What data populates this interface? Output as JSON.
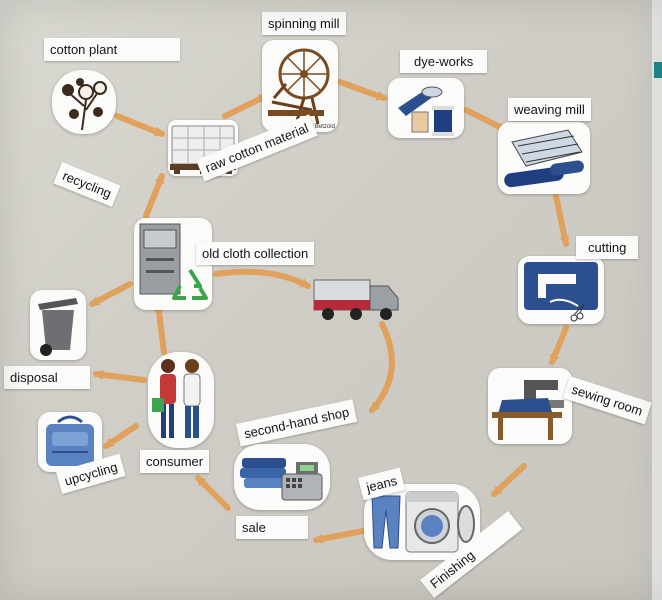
{
  "labels": {
    "cotton_plant": "cotton plant",
    "spinning_mill": "spinning mill",
    "dye_works": "dye-works",
    "weaving_mill": "weaving mill",
    "raw_cotton_material": "raw cotton material",
    "recycling": "recycling",
    "old_cloth_collection": "old cloth collection",
    "cutting": "cutting",
    "sewing_room": "sewing room",
    "disposal": "disposal",
    "second_hand_shop": "second-hand shop",
    "consumer": "consumer",
    "upcycling": "upcycling",
    "jeans": "jeans",
    "sale": "sale",
    "finishing": "Finishing"
  },
  "logo_text": "P.Betzold",
  "colors": {
    "arrow": "#e0a15c",
    "denim": "#2c4f8f",
    "wood": "#8b5a2b",
    "board": "#d4d2ca",
    "card": "#fbfbf9"
  },
  "icons": [
    "cotton-plant-icon",
    "raw-cotton-bales-icon",
    "spinning-wheel-icon",
    "dye-works-icon",
    "weaving-loom-icon",
    "cutting-fabric-icon",
    "sewing-machine-icon",
    "clothing-bin-icon",
    "recycle-icon",
    "delivery-truck-icon",
    "trash-bin-icon",
    "consumers-icon",
    "backpack-icon",
    "second-hand-shop-icon",
    "washing-machine-icon",
    "jeans-icon"
  ]
}
